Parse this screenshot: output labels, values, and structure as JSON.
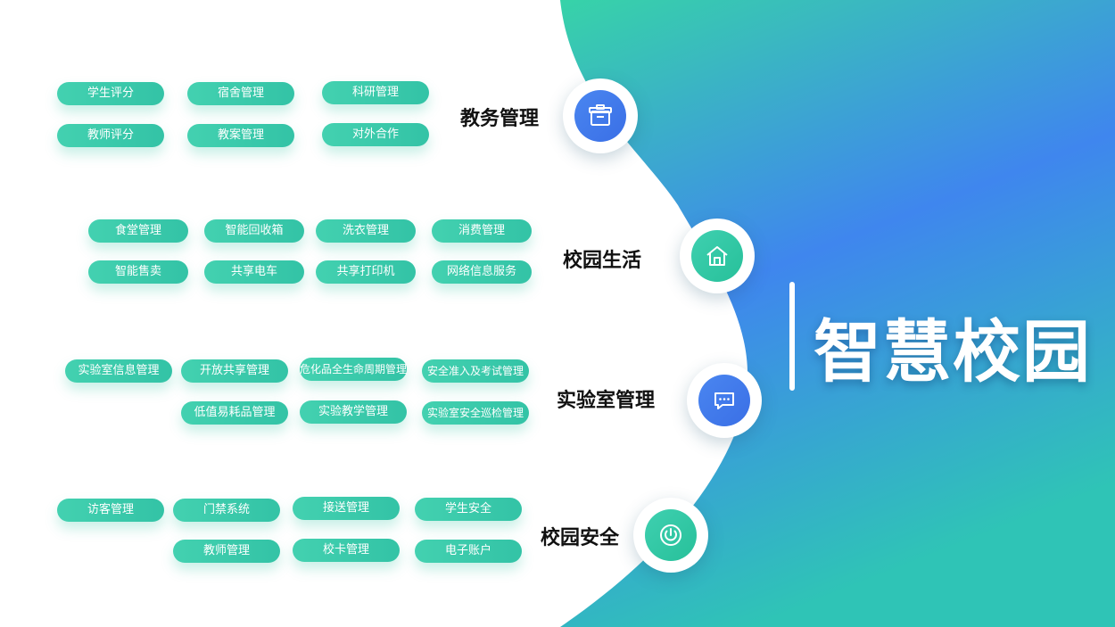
{
  "main_title": "智慧校园",
  "colors": {
    "teal": "#34cfae",
    "blue": "#3f86ee",
    "pill": "#3fcdb0",
    "title_text": "#111111"
  },
  "sections": [
    {
      "title": "教务管理",
      "icon": "archive-box-icon",
      "items": [
        "学生评分",
        "宿舍管理",
        "科研管理",
        "教师评分",
        "教案管理",
        "对外合作"
      ]
    },
    {
      "title": "校园生活",
      "icon": "home-icon",
      "items": [
        "食堂管理",
        "智能回收箱",
        "洗衣管理",
        "消费管理",
        "智能售卖",
        "共享电车",
        "共享打印机",
        "网络信息服务"
      ]
    },
    {
      "title": "实验室管理",
      "icon": "chat-bubble-icon",
      "items": [
        "实验室信息管理",
        "开放共享管理",
        "危化品全生命周期管理",
        "安全准入及考试管理",
        "低值易耗品管理",
        "实验教学管理",
        "实验室安全巡检管理"
      ]
    },
    {
      "title": "校园安全",
      "icon": "power-icon",
      "items": [
        "访客管理",
        "门禁系统",
        "接送管理",
        "学生安全",
        "教师管理",
        "校卡管理",
        "电子账户"
      ]
    }
  ]
}
